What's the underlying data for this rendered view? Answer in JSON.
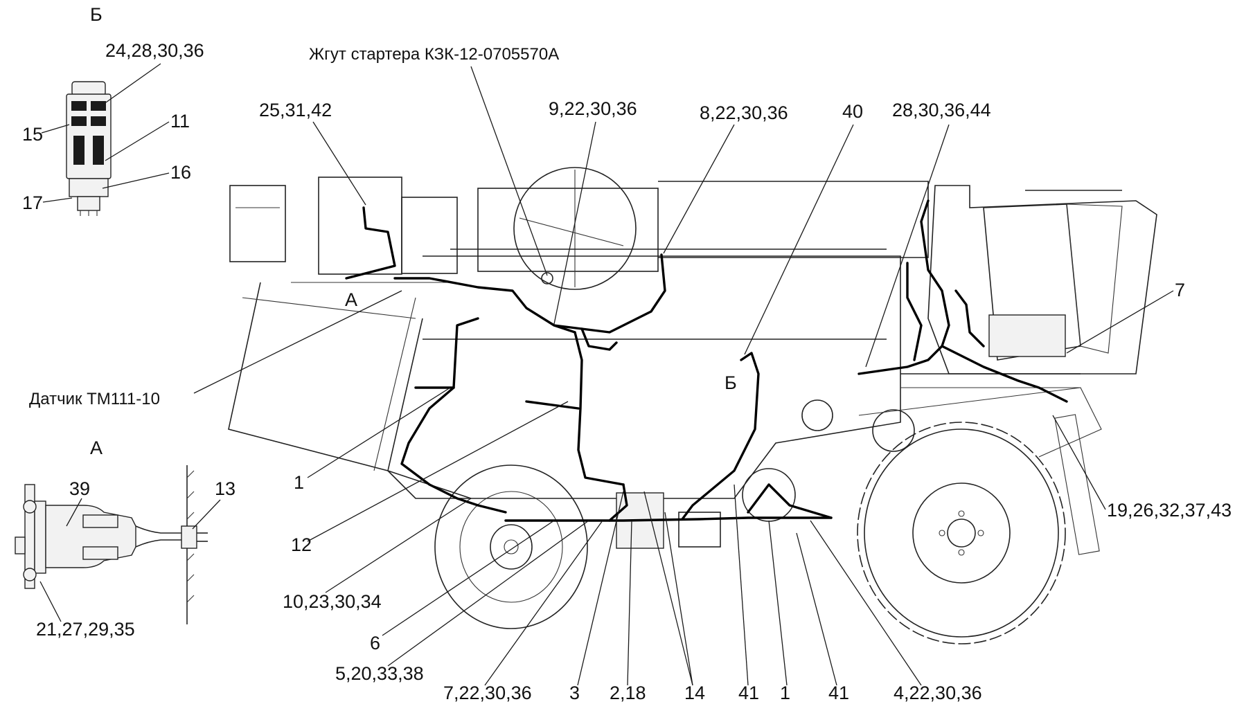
{
  "detail_b": {
    "letter": "Б",
    "labels": [
      "24,28,30,36",
      "15",
      "11",
      "16",
      "17"
    ]
  },
  "detail_a": {
    "letter": "А",
    "labels": [
      "39",
      "13",
      "21,27,29,35"
    ]
  },
  "main": {
    "harness_title": "Жгут стартера КЗК-12-0705570А",
    "sensor_title": "Датчик ТМ111-10",
    "view_marker_a": "А",
    "view_marker_b": "Б",
    "top_labels": [
      "25,31,42",
      "9,22,30,36",
      "8,22,30,36",
      "40",
      "28,30,36,44"
    ],
    "right_labels": [
      "7",
      "19,26,32,37,43"
    ],
    "left_labels": [
      "1",
      "12",
      "10,23,30,34",
      "6",
      "5,20,33,38"
    ],
    "bottom_labels": [
      "7,22,30,36",
      "3",
      "2,18",
      "14",
      "41",
      "1",
      "41",
      "4,22,30,36"
    ]
  }
}
